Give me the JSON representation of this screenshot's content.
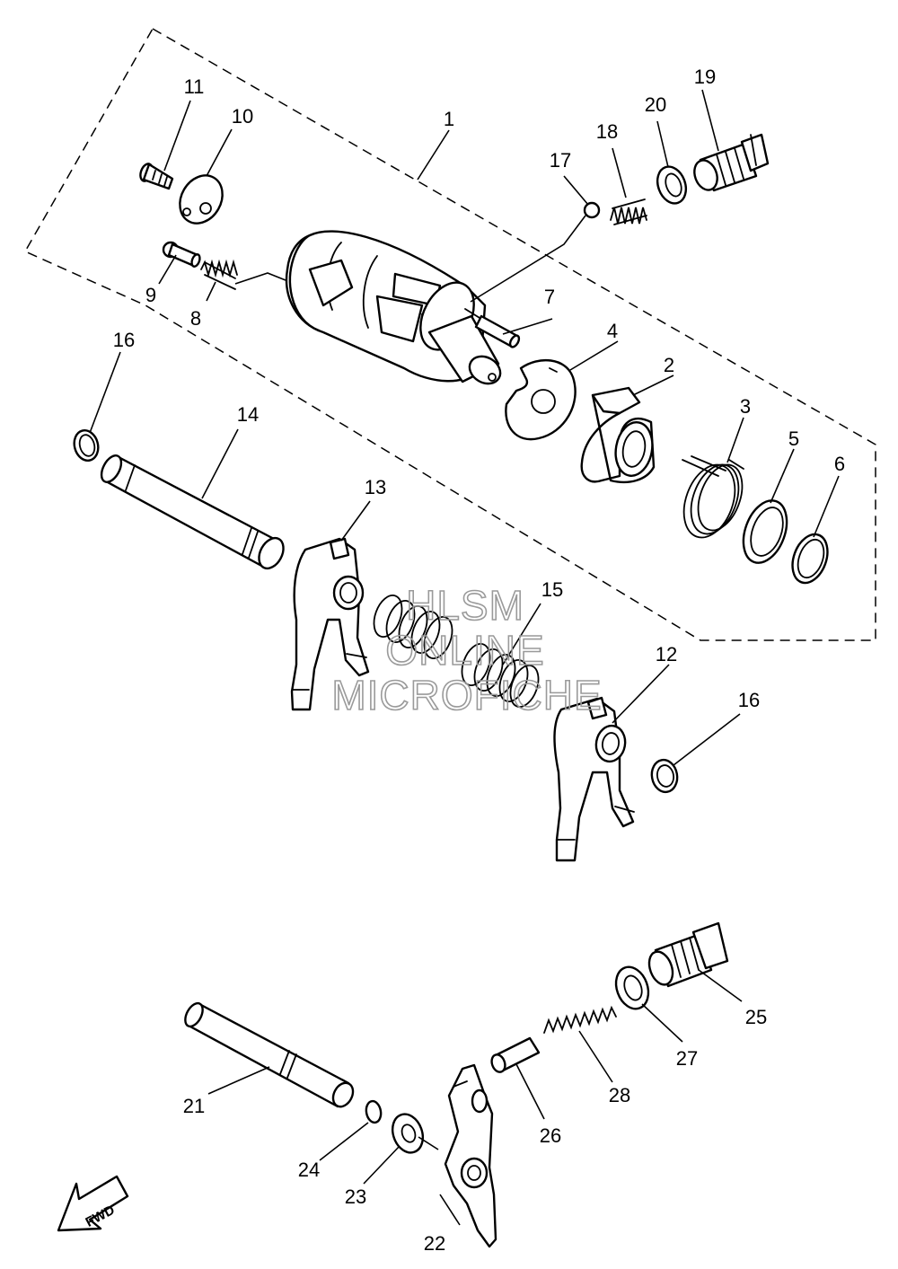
{
  "watermark": {
    "line1": "HLSM",
    "line2": "ONLINE",
    "line3": "MICROFICHE"
  },
  "direction_arrow": {
    "label": "FWD"
  },
  "callouts": {
    "c1": "1",
    "c2": "2",
    "c3": "3",
    "c4": "4",
    "c5": "5",
    "c6": "6",
    "c7": "7",
    "c8": "8",
    "c9": "9",
    "c10": "10",
    "c11": "11",
    "c12": "12",
    "c13": "13",
    "c14": "14",
    "c15": "15",
    "c16a": "16",
    "c16b": "16",
    "c17": "17",
    "c18": "18",
    "c19": "19",
    "c20": "20",
    "c21": "21",
    "c22": "22",
    "c23": "23",
    "c24": "24",
    "c25": "25",
    "c26": "26",
    "c27": "27",
    "c28": "28"
  }
}
